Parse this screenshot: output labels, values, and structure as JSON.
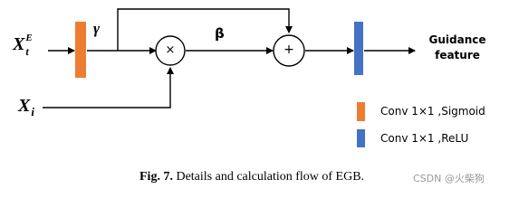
{
  "diagram": {
    "inputs": {
      "xe_base": "X",
      "xe_sup": "E",
      "xe_sub": "t",
      "xi_base": "X",
      "xi_sub": "i"
    },
    "signals": {
      "gamma": "γ",
      "beta": "β"
    },
    "operators": {
      "multiply": "×",
      "add": "+"
    },
    "output": {
      "line1": "Guidance",
      "line2": "feature"
    },
    "legend": {
      "orange_label": "Conv 1×1 ,Sigmoid",
      "blue_label": "Conv 1×1 ,ReLU",
      "orange_color": "#ED7D31",
      "blue_color": "#4472C4"
    }
  },
  "caption": {
    "prefix": "Fig. 7.",
    "text": "Details and calculation flow of EGB."
  },
  "watermark": "CSDN @火柴狗"
}
